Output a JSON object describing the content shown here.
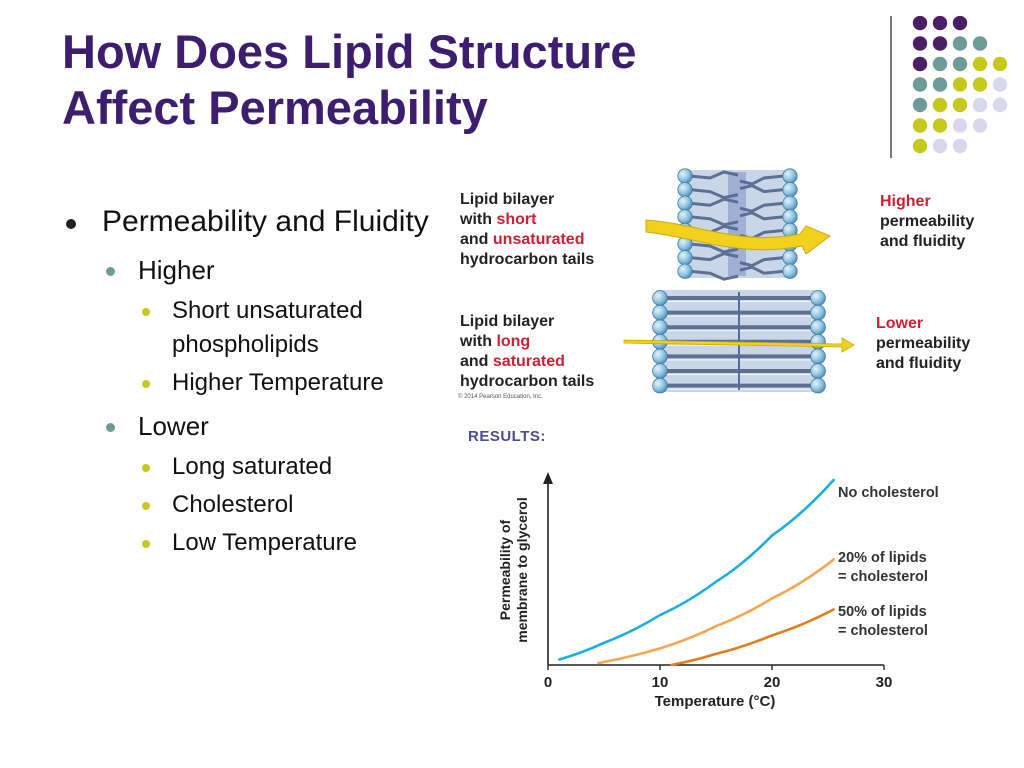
{
  "slide": {
    "title_line1": "How Does Lipid Structure",
    "title_line2": "Affect Permeability"
  },
  "bullets": {
    "main": "Permeability and Fluidity",
    "higher": {
      "label": "Higher",
      "items": [
        "Short unsaturated phospholipids",
        "Higher Temperature"
      ]
    },
    "lower": {
      "label": "Lower",
      "items": [
        "Long saturated",
        "Cholesterol",
        "Low Temperature"
      ]
    }
  },
  "figure": {
    "top": {
      "label_line1": "Lipid bilayer",
      "label_line2_prefix": "with ",
      "label_line2_red": "short",
      "label_line3_prefix": "and ",
      "label_line3_red": "unsaturated",
      "label_line4": "hydrocarbon tails",
      "result_red": "Higher",
      "result_line2": "permeability",
      "result_line3": "and fluidity"
    },
    "bottom": {
      "label_line1": "Lipid bilayer",
      "label_line2_prefix": "with ",
      "label_line2_red": "long",
      "label_line3_prefix": "and ",
      "label_line3_red": "saturated",
      "label_line4": "hydrocarbon tails",
      "result_red": "Lower",
      "result_line2": "permeability",
      "result_line3": "and fluidity"
    },
    "credit": "© 2014 Pearson Education, Inc."
  },
  "colors": {
    "title": "#3d1d6e",
    "red_text": "#d11f32",
    "dot_purple": "#4a1f66",
    "dot_teal": "#6e9a98",
    "dot_yellow": "#c6c81c",
    "dot_lavender": "#d8d8ec",
    "arrow_yellow": "#f2d11c",
    "head_blue": "#8ec3e0"
  },
  "chart_data": {
    "type": "line",
    "title": "RESULTS:",
    "xlabel": "Temperature (°C)",
    "ylabel_line1": "Permeability of",
    "ylabel_line2": "membrane to glycerol",
    "xlim": [
      0,
      30
    ],
    "x_ticks": [
      "0",
      "10",
      "20",
      "30"
    ],
    "y_ticks_shown": false,
    "series": [
      {
        "name": "No cholesterol",
        "color": "#1aaee0",
        "x": [
          1,
          5,
          10,
          15,
          20,
          25.5
        ],
        "y": [
          0.03,
          0.12,
          0.27,
          0.45,
          0.7,
          1.0
        ]
      },
      {
        "name_line1": "20% of lipids",
        "name_line2": "= cholesterol",
        "color": "#f0a950",
        "x": [
          4.5,
          10,
          15,
          20,
          25.5
        ],
        "y": [
          0.01,
          0.09,
          0.21,
          0.36,
          0.57
        ]
      },
      {
        "name_line1": "50% of lipids",
        "name_line2": "= cholesterol",
        "color": "#e07e1c",
        "x": [
          11,
          15,
          20,
          25.5
        ],
        "y": [
          0.0,
          0.06,
          0.16,
          0.3
        ]
      }
    ]
  }
}
